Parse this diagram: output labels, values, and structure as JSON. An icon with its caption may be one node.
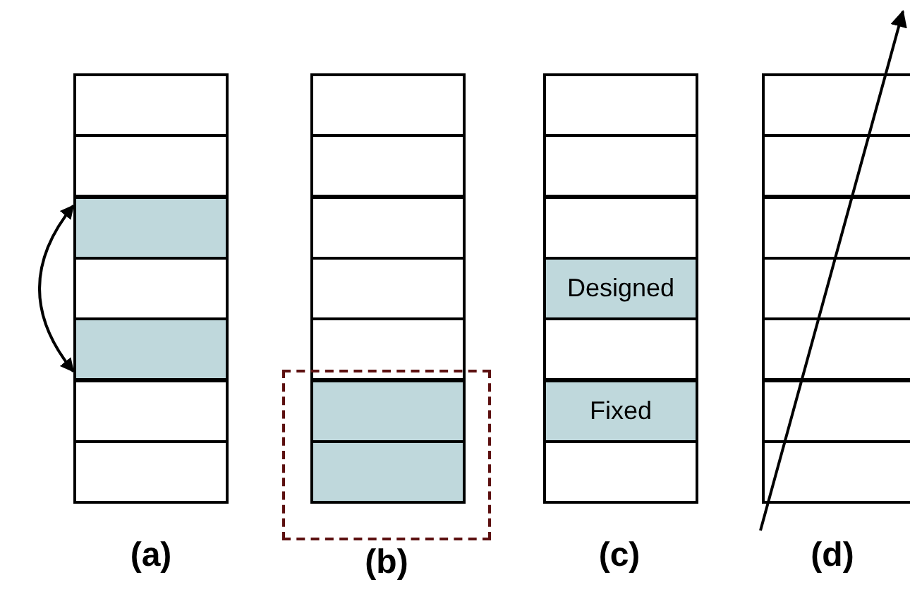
{
  "diagram": {
    "nodes": [
      {
        "text": [],
        "shape": "box"
      },
      {
        "text": [],
        "shape": "box"
      },
      {
        "text": [],
        "shape": "box"
      },
      {
        "text": [],
        "shape": "box"
      },
      {
        "text": [],
        "shape": "box"
      },
      {
        "text": [],
        "shape": "box"
      },
      {
        "text": [],
        "shape": "box"
      },
      {
        "text": [],
        "shape": "box"
      },
      {
        "text": [],
        "shape": "box"
      },
      {
        "text": [],
        "shape": "box"
      },
      {
        "text": [],
        "shape": "box"
      },
      {
        "text": [],
        "shape": "box"
      },
      {
        "text": [],
        "shape": "box"
      },
      {
        "text": [],
        "shape": "box",
        "in": 12
      },
      {
        "text": [],
        "shape": "box",
        "in": 12
      },
      {
        "text": [],
        "shape": "box"
      },
      {
        "text": [],
        "shape": "box"
      },
      {
        "text": [],
        "shape": "box"
      },
      {
        "text": [
          "Designed"
        ]
      },
      {
        "text": [],
        "shape": "box"
      },
      {
        "text": [
          "Fixed"
        ]
      },
      {
        "text": [],
        "shape": "box"
      },
      {
        "text": [],
        "shape": "box"
      },
      {
        "text": [],
        "shape": "box"
      },
      {
        "text": [],
        "shape": "box"
      },
      {
        "text": [],
        "shape": "box"
      },
      {
        "text": [],
        "shape": "box"
      },
      {
        "text": [],
        "shape": "box"
      },
      {
        "text": [],
        "shape": "box"
      }
    ],
    "edges": [
      {
        "from": 2,
        "to": 4,
        "arrow": "both"
      }
    ],
    "labels": [
      "(a)",
      "(b)",
      "(c)",
      "(d)"
    ]
  }
}
